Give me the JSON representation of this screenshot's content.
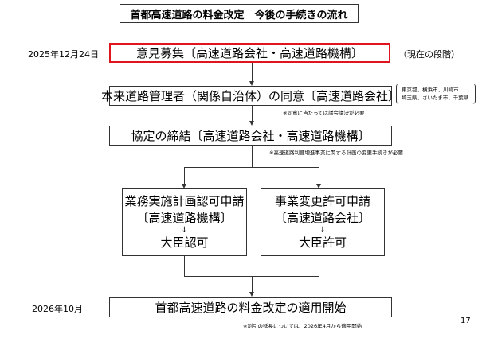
{
  "title": "首都高速道路の料金改定　今後の手続きの流れ",
  "steps": {
    "s1": {
      "date": "2025年12月24日",
      "label": "意見募集〔高速道路会社・高速道路機構〕",
      "status": "（現在の段階）"
    },
    "s2": {
      "label": "本来道路管理者（関係自治体）の同意〔高速道路会社〕",
      "side_line1": "東京都、横浜市、川崎市",
      "side_line2": "埼玉県、さいたま市、千葉県",
      "note": "※同意に当たっては議会議決が必要"
    },
    "s3": {
      "label": "協定の締結〔高速道路会社・高速道路機構〕",
      "note": "※高速道路利便増進事業に関する計画の変更手続きが必要"
    },
    "left": {
      "line1": "業務実施計画認可申請",
      "line2": "〔高速道路機構〕",
      "arrow": "↓",
      "line3": "大臣認可"
    },
    "right": {
      "line1": "事業変更許可申請",
      "line2": "〔高速道路会社〕",
      "arrow": "↓",
      "line3": "大臣許可"
    },
    "s5": {
      "date": "2026年10月",
      "label": "首都高速道路の料金改定の適用開始",
      "note": "※割引の延長については、2026年4月から適用開始"
    }
  },
  "page_number": "17",
  "colors": {
    "highlight": "#e0141e",
    "line": "#333333"
  }
}
